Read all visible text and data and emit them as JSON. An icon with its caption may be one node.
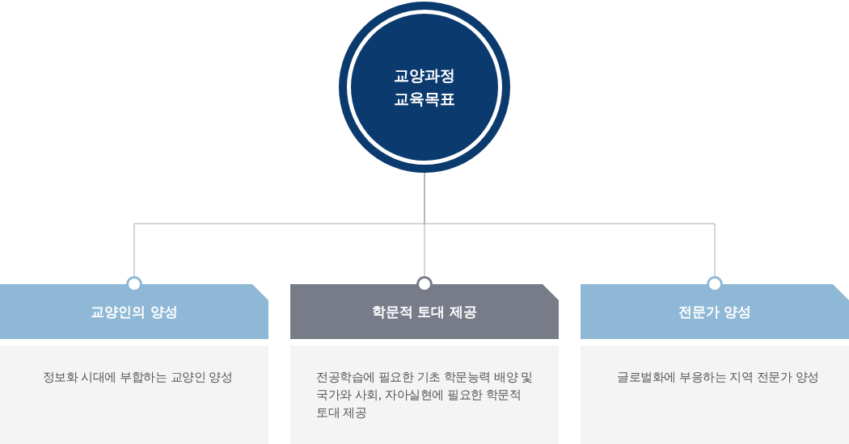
{
  "diagram": {
    "nodes": [
      {
        "text": [
          "교양과정 교육목표"
        ]
      },
      {
        "text": [
          "교양인의 양성"
        ]
      },
      {
        "text": [
          "학문적 토대 제공"
        ]
      },
      {
        "text": [
          "전문가 양성"
        ]
      },
      {
        "text": [
          "정보화 시대에 부합하는 교양인 양성"
        ]
      },
      {
        "text": [
          "전공학습에 필요한 기초 학문능력 배양 및 국가와 사회, 자아실현에 필요한 학문적 토대 제공"
        ]
      },
      {
        "text": [
          "글로벌화에 부응하는 지역 전문가 양성"
        ]
      }
    ],
    "edges": [
      {
        "from": 0,
        "to": 1,
        "arrow": "other"
      },
      {
        "from": 0,
        "to": 2,
        "arrow": "other"
      },
      {
        "from": 0,
        "to": 3,
        "arrow": "other"
      }
    ]
  }
}
